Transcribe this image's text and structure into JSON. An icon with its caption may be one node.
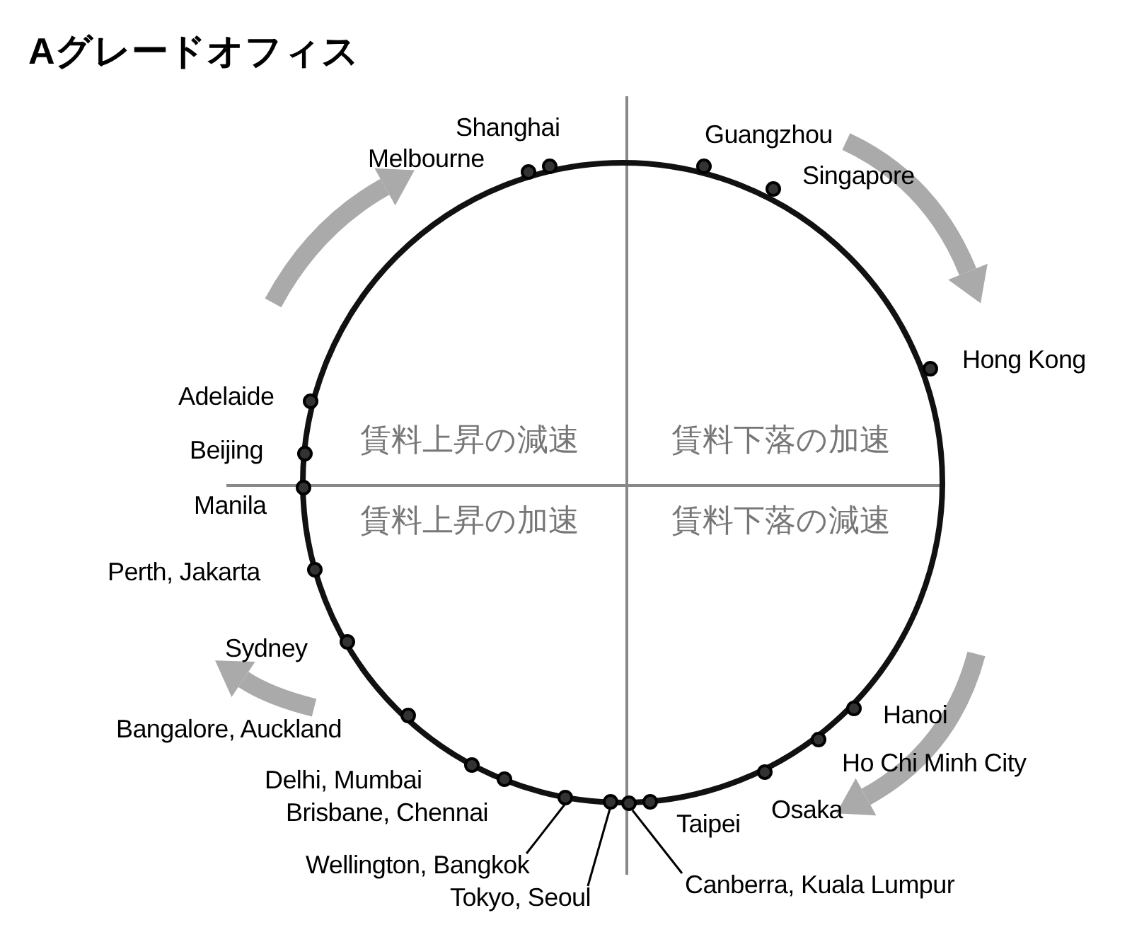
{
  "diagram": {
    "title": "Aグレードオフィス",
    "nodes": [
      {
        "text": [],
        "shape": "circle",
        "beside": [
          "Shanghai"
        ]
      },
      {
        "text": [],
        "shape": "circle",
        "beside": [
          "Melbourne"
        ]
      },
      {
        "text": [],
        "shape": "circle",
        "beside": [
          "Guangzhou"
        ]
      },
      {
        "text": [],
        "shape": "circle",
        "beside": [
          "Singapore"
        ]
      },
      {
        "text": [],
        "shape": "circle",
        "beside": [
          "Hong Kong"
        ]
      },
      {
        "text": [],
        "shape": "circle",
        "beside": [
          "Adelaide"
        ]
      },
      {
        "text": [],
        "shape": "circle",
        "beside": [
          "Beijing"
        ]
      },
      {
        "text": [],
        "shape": "circle",
        "beside": [
          "Manila"
        ]
      },
      {
        "text": [],
        "shape": "circle",
        "beside": [
          "Perth, Jakarta"
        ]
      },
      {
        "text": [],
        "shape": "circle",
        "beside": [
          "Sydney"
        ]
      },
      {
        "text": [],
        "shape": "circle",
        "beside": [
          "Bangalore, Auckland"
        ]
      },
      {
        "text": [],
        "shape": "circle",
        "beside": [
          "Delhi, Mumbai"
        ]
      },
      {
        "text": [],
        "shape": "circle",
        "beside": [
          "Brisbane, Chennai"
        ]
      },
      {
        "text": [],
        "shape": "circle"
      },
      {
        "text": [],
        "shape": "circle"
      },
      {
        "text": [],
        "shape": "circle"
      },
      {
        "text": [],
        "shape": "circle",
        "beside": [
          "Taipei"
        ]
      },
      {
        "text": [],
        "shape": "circle",
        "beside": [
          "Hanoi"
        ]
      },
      {
        "text": [],
        "shape": "circle",
        "beside": [
          "Ho Chi Minh City"
        ]
      },
      {
        "text": [],
        "shape": "circle",
        "beside": [
          "Osaka"
        ]
      },
      {
        "text": [
          "Wellington, Bangkok"
        ]
      },
      {
        "text": [
          "Tokyo, Seoul"
        ]
      },
      {
        "text": [
          "Canberra, Kuala Lumpur"
        ]
      }
    ],
    "edges": [
      {
        "from": 20,
        "to": 13,
        "arrow": "none"
      },
      {
        "from": 21,
        "to": 14,
        "arrow": "none"
      },
      {
        "from": 22,
        "to": 15,
        "arrow": "none"
      }
    ],
    "labels": [
      "賃料上昇の減速",
      "賃料下落の加速",
      "賃料上昇の加速",
      "賃料下落の減速"
    ]
  }
}
